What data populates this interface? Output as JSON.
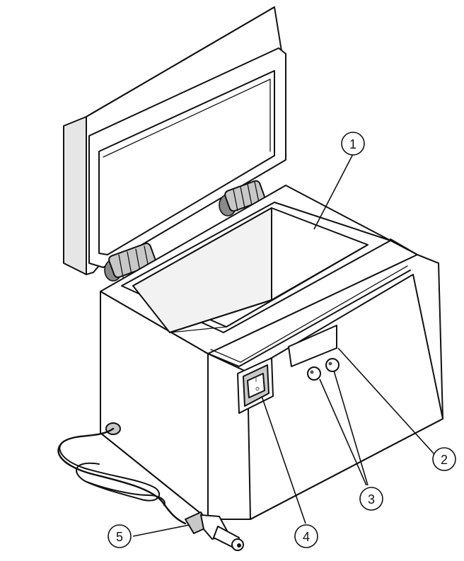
{
  "callouts": {
    "c1": "1",
    "c2": "2",
    "c3": "3",
    "c4": "4",
    "c5": "5"
  },
  "switch_symbols": {
    "on": "I",
    "off": "O"
  }
}
